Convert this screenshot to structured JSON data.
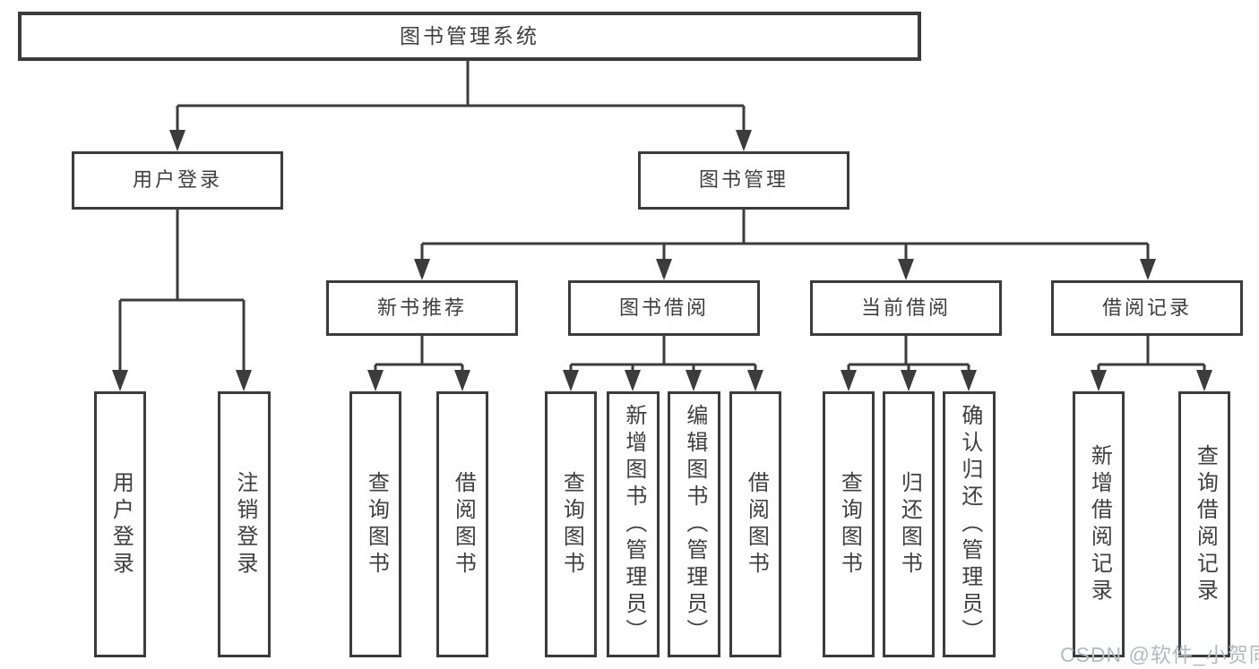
{
  "tree": {
    "root": {
      "label": "图书管理系统",
      "children": [
        {
          "label": "用户登录",
          "children": [
            {
              "label": "用户登录"
            },
            {
              "label": "注销登录"
            }
          ]
        },
        {
          "label": "图书管理",
          "children": [
            {
              "label": "新书推荐",
              "children": [
                {
                  "label": "查询图书"
                },
                {
                  "label": "借阅图书"
                }
              ]
            },
            {
              "label": "图书借阅",
              "children": [
                {
                  "label": "查询图书"
                },
                {
                  "label": "新增图书（管理员）"
                },
                {
                  "label": "编辑图书（管理员）"
                },
                {
                  "label": "借阅图书"
                }
              ]
            },
            {
              "label": "当前借阅",
              "children": [
                {
                  "label": "查询图书"
                },
                {
                  "label": "归还图书"
                },
                {
                  "label": "确认归还（管理员）"
                }
              ]
            },
            {
              "label": "借阅记录",
              "children": [
                {
                  "label": "新增借阅记录"
                },
                {
                  "label": "查询借阅记录"
                }
              ]
            }
          ]
        }
      ]
    }
  },
  "watermark": {
    "text": "CSDN @软件_小贺同学"
  },
  "colors": {
    "line": "#3c3c3c",
    "text": "#3f3f3f",
    "watermark": "#b6babe",
    "background": "#ffffff"
  }
}
